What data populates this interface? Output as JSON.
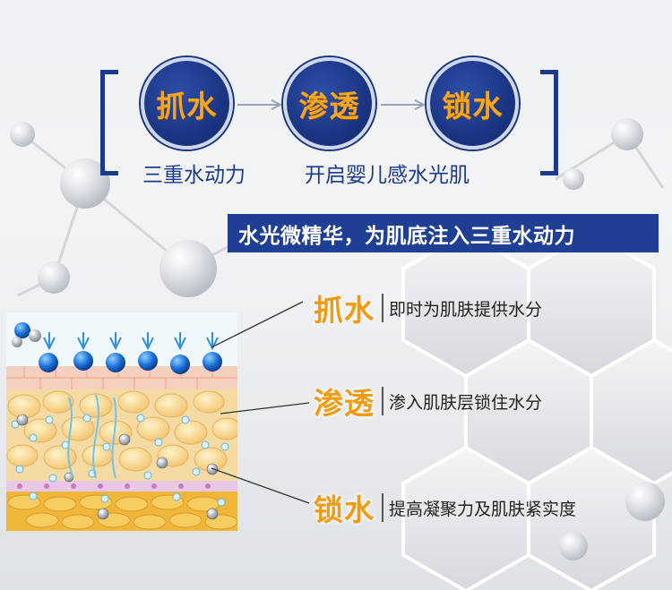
{
  "flow": {
    "step1": "抓水",
    "step2": "渗透",
    "step3": "锁水",
    "caption_left": "三重水动力",
    "caption_right": "开启婴儿感水光肌"
  },
  "banner": "水光微精华，为肌底注入三重水动力",
  "features": [
    {
      "title": "抓水",
      "desc": "即时为肌肤提供水分"
    },
    {
      "title": "渗透",
      "desc": "渗入肌肤层锁住水分"
    },
    {
      "title": "锁水",
      "desc": "提高凝聚力及肌肤紧实度"
    }
  ],
  "colors": {
    "navy": "#1c3a8c",
    "orange": "#f29b12"
  },
  "icons": [
    "molecule-background",
    "arrow-right-icon",
    "skin-layer-illustration",
    "water-drop-icon"
  ]
}
